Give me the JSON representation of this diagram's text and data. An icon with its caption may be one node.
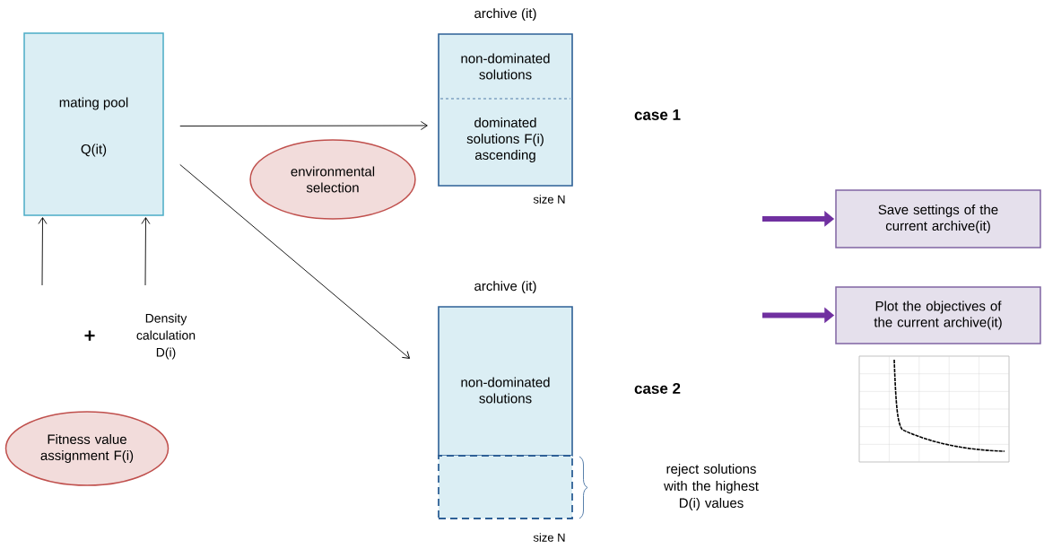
{
  "diagram": {
    "nodes": [
      {
        "text": [
          "mating pool",
          "Q(it)"
        ]
      },
      {
        "text": [
          "environmental selection"
        ]
      },
      {
        "text": [
          "archive (it)",
          "non-dominated solutions",
          "dominated solutions F(i) ascending"
        ],
        "beside": [
          "size N"
        ]
      },
      {
        "text": [
          "archive (it)",
          "non-dominated solutions"
        ]
      },
      {
        "text": [],
        "shape": "box",
        "beside": [
          "size N"
        ]
      },
      {
        "text": [
          "Save settings of the current archive(it)"
        ]
      },
      {
        "text": [
          "Plot the objectives of the current archive(it)"
        ]
      },
      {
        "text": [],
        "shape": "picture"
      },
      {
        "text": [
          "Fitness value assignment F(i)"
        ]
      }
    ],
    "edges": [
      {
        "from": 0,
        "to": 2,
        "arrow": "to"
      },
      {
        "from": 0,
        "to": 3,
        "arrow": "to"
      },
      {
        "from": null,
        "to": 0,
        "arrow": "to"
      },
      {
        "from": null,
        "to": 0,
        "arrow": "to"
      },
      {
        "from": null,
        "to": 5,
        "arrow": "to",
        "style": "thick",
        "color": "#7030a0"
      },
      {
        "from": null,
        "to": 6,
        "arrow": "to",
        "style": "thick",
        "color": "#7030a0"
      }
    ],
    "labels": [
      "case 1",
      "+",
      "Density calculation D(i)",
      "case 2",
      "reject solutions with the highest D(i) values"
    ]
  }
}
